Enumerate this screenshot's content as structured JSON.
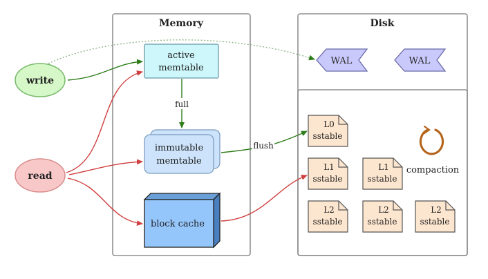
{
  "memory": {
    "title": "Memory"
  },
  "disk": {
    "title": "Disk"
  },
  "nodes": {
    "write": "write",
    "read": "read",
    "active_line1": "active",
    "active_line2": "memtable",
    "immutable_line1": "immutable",
    "immutable_line2": "memtable",
    "block_cache": "block cache",
    "wal_1": "WAL",
    "wal_2": "WAL",
    "compaction": "compaction"
  },
  "sstables": [
    {
      "level": "L0",
      "label": "sstable"
    },
    {
      "level": "L1",
      "label": "sstable"
    },
    {
      "level": "L1",
      "label": "sstable"
    },
    {
      "level": "L2",
      "label": "sstable"
    },
    {
      "level": "L2",
      "label": "sstable"
    },
    {
      "level": "L2",
      "label": "sstable"
    }
  ],
  "edges": {
    "full": "full",
    "flush": "flush"
  },
  "colors": {
    "write_fill": "#d6f7c8",
    "write_stroke": "#77b96a",
    "read_fill": "#f8c8c8",
    "read_stroke": "#d98c8c",
    "active_fill": "#cdf7fb",
    "immutable_fill": "#cce3fb",
    "block_cache_fill": "#94c5fb",
    "wal_fill": "#c9c9fb",
    "sstable_fill": "#fde6cf",
    "green_arrow": "#2e7d1a",
    "red_arrow": "#d04040",
    "compaction": "#b5651d"
  }
}
